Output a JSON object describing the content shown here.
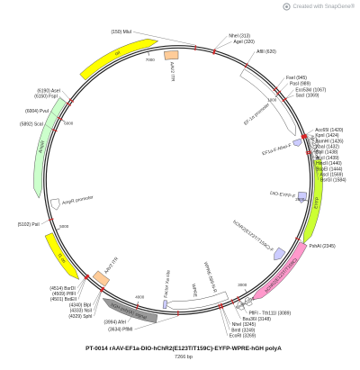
{
  "watermark": "Created with SnapGene®",
  "plasmid": {
    "name": "PT-0014 rAAV-EF1a-DIO-hChR2(E123T/T159C)-EYFP-WPRE-hGH polyA",
    "size_label": "7266 bp",
    "length": 7266
  },
  "colors": {
    "backbone": "#222222",
    "cut_mark": "#d62728",
    "ori": "#ffff00",
    "ampr": "#ccffcc",
    "promoter": "#ffffff",
    "itr": "#ffcc99",
    "eyfp": "#ccff33",
    "hchr2": "#ff99cc",
    "hgh_polya": "#999999",
    "wpre": "#ffffff",
    "lox": "#ffffff",
    "small_feature": "#ccccff"
  },
  "ticks": [
    "1000",
    "2000",
    "3000",
    "4000",
    "5000",
    "6000",
    "7000"
  ],
  "features": [
    {
      "label": "ori",
      "start": 6400,
      "end": 7100,
      "ring": "outer",
      "dir": 1,
      "color": "ori"
    },
    {
      "label": "AAV2 ITR",
      "start": 7140,
      "end": 7266,
      "ring": "inner",
      "dir": 0,
      "color": "itr"
    },
    {
      "label": "EF-1α promoter",
      "start": 620,
      "end": 1400,
      "ring": "inner",
      "dir": 1,
      "color": "promoter"
    },
    {
      "label": "EF1a-F-NheI-F",
      "start": 1440,
      "end": 1500,
      "ring": "inner",
      "dir": 1,
      "color": "small_feature"
    },
    {
      "label": "lox2272",
      "start": 1470,
      "end": 1560,
      "ring": "outer",
      "dir": 1,
      "color": "lox"
    },
    {
      "label": "loxP",
      "start": 1580,
      "end": 1640,
      "ring": "outer",
      "dir": 1,
      "color": "lox"
    },
    {
      "label": "EYFP",
      "start": 1650,
      "end": 2360,
      "ring": "outer",
      "dir": 1,
      "color": "eyfp"
    },
    {
      "label": "DIO-EYFP-F",
      "start": 1930,
      "end": 2030,
      "ring": "inner",
      "dir": 1,
      "color": "small_feature"
    },
    {
      "label": "hChR2(E123T/T159C)",
      "start": 2360,
      "end": 3000,
      "ring": "outer",
      "dir": 1,
      "color": "hchr2"
    },
    {
      "label": "hChR2(E123T/T159C)-F",
      "start": 2500,
      "end": 2620,
      "ring": "inner",
      "dir": 1,
      "color": "small_feature"
    },
    {
      "label": "lox2272",
      "start": 3010,
      "end": 3060,
      "ring": "outer",
      "dir": 1,
      "color": "lox"
    },
    {
      "label": "loxP",
      "start": 3080,
      "end": 3130,
      "ring": "outer",
      "dir": 1,
      "color": "lox"
    },
    {
      "label": "WPRE-589-N-R",
      "start": 3230,
      "end": 3300,
      "ring": "inner",
      "dir": -1,
      "color": "small_feature"
    },
    {
      "label": "WPRE",
      "start": 3170,
      "end": 3760,
      "ring": "inner",
      "dir": 1,
      "color": "wpre"
    },
    {
      "label": "Factor Xa site",
      "start": 3740,
      "end": 3770,
      "ring": "inner",
      "dir": 0,
      "color": "small_feature"
    },
    {
      "label": "hGH poly(A) signal",
      "start": 3810,
      "end": 4290,
      "ring": "outer",
      "dir": 1,
      "color": "hgh_polya"
    },
    {
      "label": "AAV2 ITR",
      "start": 4330,
      "end": 4470,
      "ring": "inner",
      "dir": 0,
      "color": "itr"
    },
    {
      "label": "f1 ori",
      "start": 4540,
      "end": 4990,
      "ring": "outer",
      "dir": -1,
      "color": "ori"
    },
    {
      "label": "AmpR promoter",
      "start": 5170,
      "end": 5270,
      "ring": "inner",
      "dir": -1,
      "color": "promoter"
    },
    {
      "label": "AmpR",
      "start": 5300,
      "end": 6150,
      "ring": "outer",
      "dir": -1,
      "color": "ampr"
    }
  ],
  "sites": [
    {
      "name": "MluI",
      "pos": "(150)",
      "bp": 150,
      "side": "left"
    },
    {
      "name": "NheI",
      "pos": "(313)",
      "bp": 313,
      "side": "right"
    },
    {
      "name": "AgeI",
      "pos": "(320)",
      "bp": 320,
      "side": "right"
    },
    {
      "name": "AflII",
      "pos": "(620)",
      "bp": 620,
      "side": "right"
    },
    {
      "name": "FseI",
      "pos": "(945)",
      "bp": 945,
      "side": "right"
    },
    {
      "name": "PasI",
      "pos": "(989)",
      "bp": 989,
      "side": "right"
    },
    {
      "name": "Eco53kI",
      "pos": "(1067)",
      "bp": 1067,
      "side": "right"
    },
    {
      "name": "SacI",
      "pos": "(1069)",
      "bp": 1069,
      "side": "right"
    },
    {
      "name": "Acc65I",
      "pos": "(1420)",
      "bp": 1420,
      "side": "right"
    },
    {
      "name": "KpnI",
      "pos": "(1424)",
      "bp": 1424,
      "side": "right"
    },
    {
      "name": "BamHI",
      "pos": "(1426)",
      "bp": 1426,
      "side": "right"
    },
    {
      "name": "XbaI",
      "pos": "(1432)",
      "bp": 1432,
      "side": "right"
    },
    {
      "name": "SalI",
      "pos": "(1438)",
      "bp": 1438,
      "side": "right"
    },
    {
      "name": "AccI",
      "pos": "(1439)",
      "bp": 1439,
      "side": "right"
    },
    {
      "name": "HincII",
      "pos": "(1440)",
      "bp": 1440,
      "side": "right"
    },
    {
      "name": "BspEI",
      "pos": "(1444)",
      "bp": 1444,
      "side": "right"
    },
    {
      "name": "AscI",
      "pos": "(1569)",
      "bp": 1569,
      "side": "right"
    },
    {
      "name": "BsrGI",
      "pos": "(1584)",
      "bp": 1584,
      "side": "right"
    },
    {
      "name": "PshAI",
      "pos": "(2345)",
      "bp": 2345,
      "side": "right"
    },
    {
      "name": "PflFI - Tth111I",
      "pos": "(3089)",
      "bp": 3089,
      "side": "right"
    },
    {
      "name": "Bsu36I",
      "pos": "(3148)",
      "bp": 3148,
      "side": "right"
    },
    {
      "name": "NheI",
      "pos": "(3245)",
      "bp": 3245,
      "side": "right"
    },
    {
      "name": "BmtI",
      "pos": "(3249)",
      "bp": 3249,
      "side": "right"
    },
    {
      "name": "EcoRI",
      "pos": "(3269)",
      "bp": 3269,
      "side": "right"
    },
    {
      "name": "PflMI",
      "pos": "(3634)",
      "bp": 3634,
      "side": "left"
    },
    {
      "name": "AfeI",
      "pos": "(3994)",
      "bp": 3994,
      "side": "left"
    },
    {
      "name": "SphI",
      "pos": "(4329)",
      "bp": 4329,
      "side": "left"
    },
    {
      "name": "NsiI",
      "pos": "(4333)",
      "bp": 4333,
      "side": "left"
    },
    {
      "name": "BlpI",
      "pos": "(4340)",
      "bp": 4340,
      "side": "left"
    },
    {
      "name": "BstEII",
      "pos": "(4501)",
      "bp": 4501,
      "side": "left"
    },
    {
      "name": "PflFI",
      "pos": "(4509)",
      "bp": 4509,
      "side": "left"
    },
    {
      "name": "BsrDI",
      "pos": "(4514)",
      "bp": 4514,
      "side": "left"
    },
    {
      "name": "PsiI",
      "pos": "(5102)",
      "bp": 5102,
      "side": "left"
    },
    {
      "name": "ScaI",
      "pos": "(5892)",
      "bp": 5892,
      "side": "left"
    },
    {
      "name": "PvuI",
      "pos": "(6004)",
      "bp": 6004,
      "side": "left"
    },
    {
      "name": "FspI",
      "pos": "(6150)",
      "bp": 6150,
      "side": "left"
    },
    {
      "name": "AseI",
      "pos": "(6190)",
      "bp": 6190,
      "side": "left"
    }
  ]
}
